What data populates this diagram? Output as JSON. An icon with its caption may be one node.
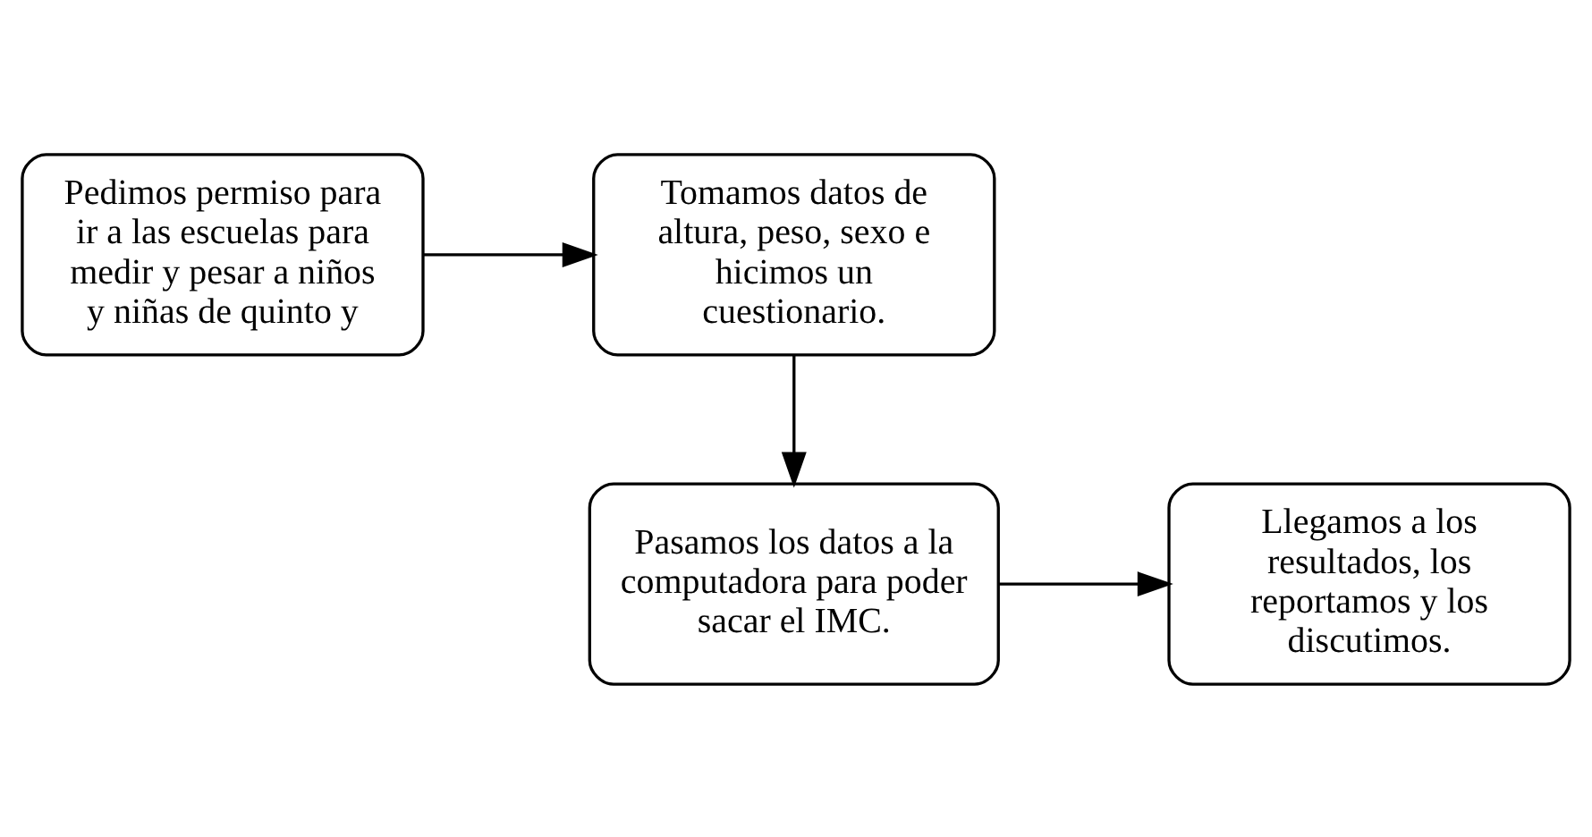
{
  "diagram": {
    "nodes": [
      {
        "text": [
          "Pedimos permiso para ir a las escuelas para medir y pesar a niños y niñas de quinto y"
        ]
      },
      {
        "text": [
          "Tomamos datos de altura, peso, sexo e hicimos un cuestionario."
        ]
      },
      {
        "text": [
          "Pasamos los datos a la computadora para poder sacar el IMC."
        ]
      },
      {
        "text": [
          "Llegamos a los resultados, los reportamos y los discutimos."
        ]
      }
    ],
    "edges": [
      {
        "from": 0,
        "to": 1,
        "arrow": "to"
      },
      {
        "from": 1,
        "to": 2,
        "arrow": "to"
      },
      {
        "from": 2,
        "to": 3,
        "arrow": "to"
      }
    ]
  }
}
